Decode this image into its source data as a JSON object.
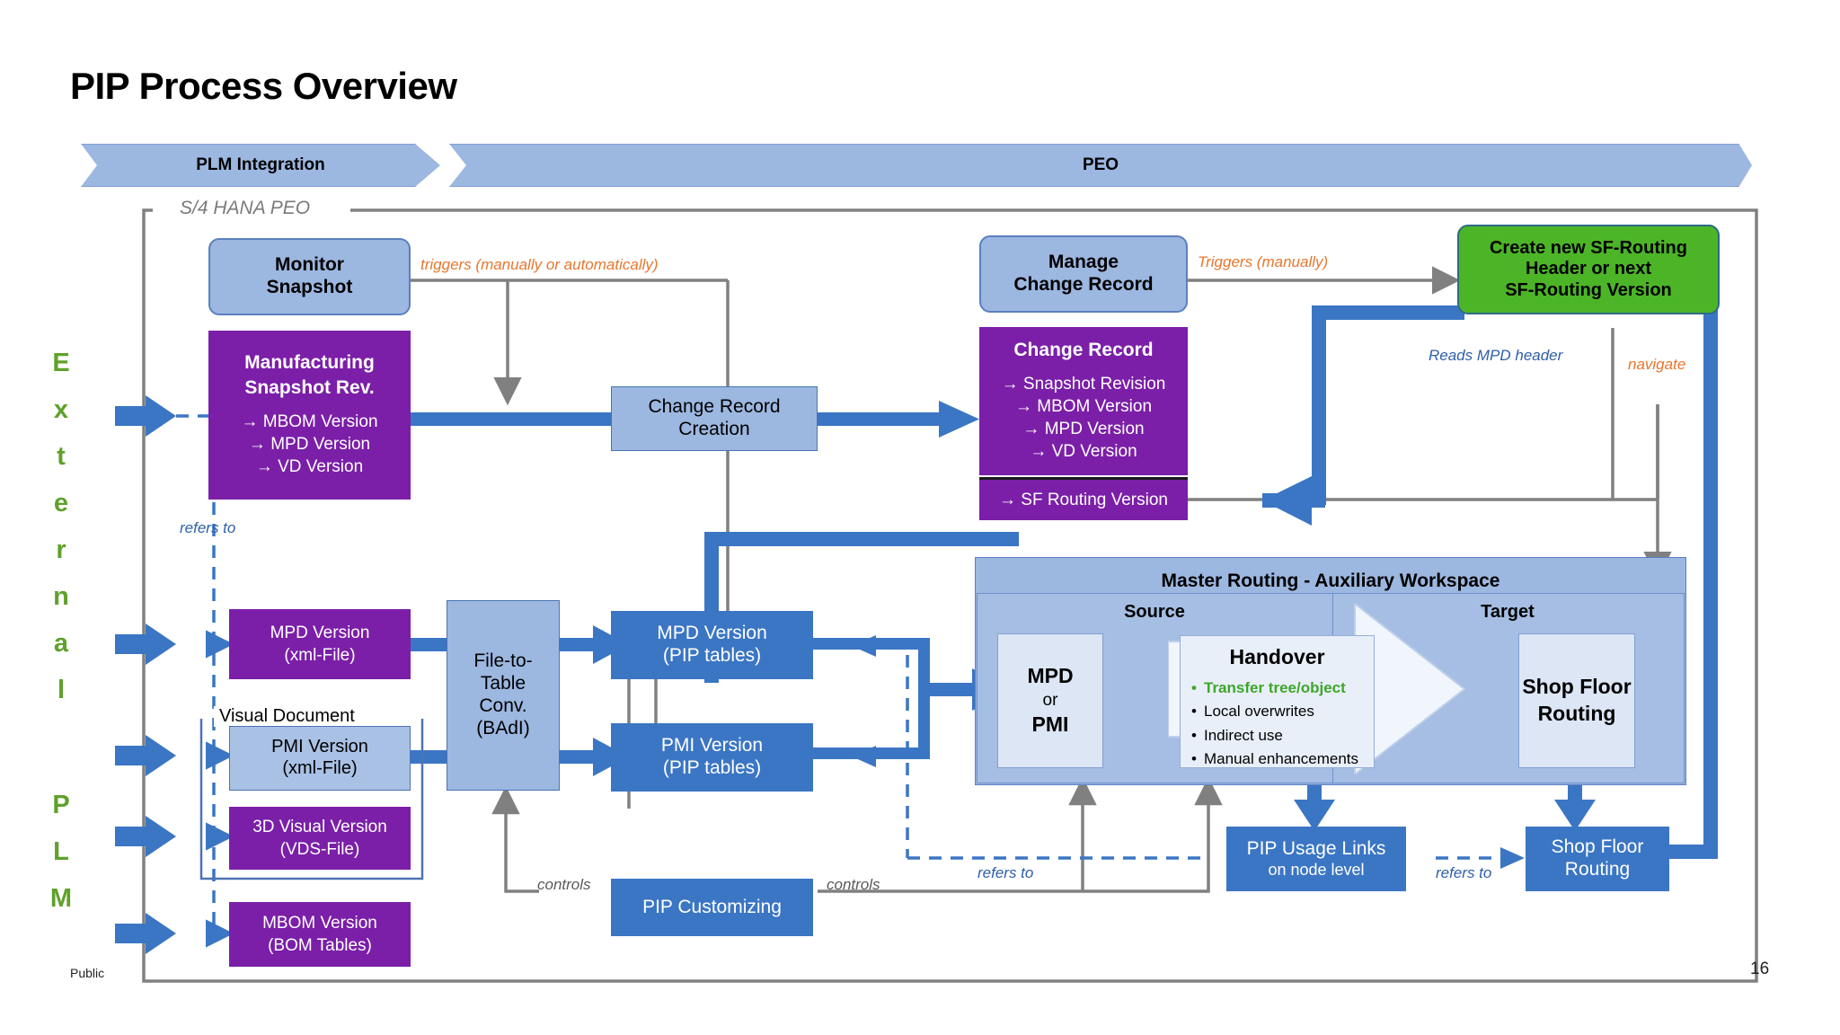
{
  "slide": {
    "title": "PIP Process Overview",
    "footer_classification": "Public",
    "page_number": "16",
    "frame_label": "S/4 HANA PEO"
  },
  "banners": [
    {
      "label": "PLM Integration"
    },
    {
      "label": "PEO"
    }
  ],
  "left_rail": {
    "text_top": "External",
    "text_bottom": "PLM",
    "letters": [
      "E",
      "x",
      "t",
      "e",
      "r",
      "n",
      "a",
      "l",
      "",
      "P",
      "L",
      "M"
    ],
    "color": "#5FA12B"
  },
  "tiles": {
    "monitor_snapshot": {
      "line1": "Monitor",
      "line2": "Snapshot"
    },
    "manage_change_record": {
      "line1": "Manage",
      "line2": "Change Record"
    },
    "create_sf_routing": {
      "line1": "Create new SF-Routing",
      "line2": "Header or next",
      "line3": "SF-Routing Version"
    }
  },
  "cards": {
    "manufacturing_snapshot": {
      "title_line1": "Manufacturing",
      "title_line2": "Snapshot Rev.",
      "items": [
        "→ MBOM Version",
        "→ MPD Version",
        "→ VD Version"
      ]
    },
    "change_record": {
      "title": "Change Record",
      "items": [
        "→ Snapshot Revision",
        "→ MBOM Version",
        "→ MPD Version",
        "→ VD Version"
      ],
      "footer_item": "→ SF Routing Version"
    }
  },
  "boxes": {
    "change_record_creation": {
      "line1": "Change Record",
      "line2": "Creation"
    },
    "mpd_version_xml": {
      "line1": "MPD Version",
      "line2": "(xml-File)"
    },
    "pmi_version_xml": {
      "line1": "PMI Version",
      "line2": "(xml-File)"
    },
    "visual_version_vds": {
      "line1": "3D Visual Version",
      "line2": "(VDS-File)"
    },
    "mbom_version_bom": {
      "line1": "MBOM Version",
      "line2": "(BOM Tables)"
    },
    "file_to_table": {
      "line1": "File-to-",
      "line2": "Table",
      "line3": "Conv.",
      "line4": "(BAdI)"
    },
    "mpd_version_pip": {
      "line1": "MPD Version",
      "line2": "(PIP tables)"
    },
    "pmi_version_pip": {
      "line1": "PMI Version",
      "line2": "(PIP tables)"
    },
    "pip_customizing": {
      "line1": "PIP Customizing"
    },
    "pip_usage_links": {
      "line1": "PIP Usage Links",
      "line2": "on node level"
    },
    "shop_floor_routing_bottom": {
      "line1": "Shop Floor",
      "line2": "Routing"
    },
    "visual_document_group": {
      "label": "Visual Document"
    }
  },
  "workspace": {
    "title": "Master Routing - Auxiliary Workspace",
    "source_label": "Source",
    "target_label": "Target",
    "source_box": {
      "line1": "MPD",
      "line2": "or",
      "line3": "PMI"
    },
    "target_box": {
      "line1": "Shop Floor",
      "line2": "Routing"
    },
    "handover": {
      "title": "Handover",
      "bullets": [
        {
          "text": "Transfer tree/object",
          "highlight": true
        },
        {
          "text": "Local overwrites",
          "highlight": false
        },
        {
          "text": "Indirect use",
          "highlight": false
        },
        {
          "text": "Manual enhancements",
          "highlight": false
        }
      ]
    }
  },
  "annotations": {
    "triggers_auto": "triggers (manually or automatically)",
    "triggers_manual": "Triggers (manually)",
    "reads_mpd_header": "Reads MPD header",
    "navigate": "navigate",
    "refers_to_left": "refers to",
    "refers_to_mid": "refers to",
    "refers_to_right": "refers to",
    "controls_left": "controls",
    "controls_right": "controls"
  },
  "colors": {
    "purple": "#7B1FA8",
    "blue": "#3B76C4",
    "pale_blue": "#9CB7E0",
    "green": "#4CB527",
    "accent_orange": "#E8762D",
    "accent_green_text": "#3FA62B",
    "gray_line": "#808080"
  }
}
